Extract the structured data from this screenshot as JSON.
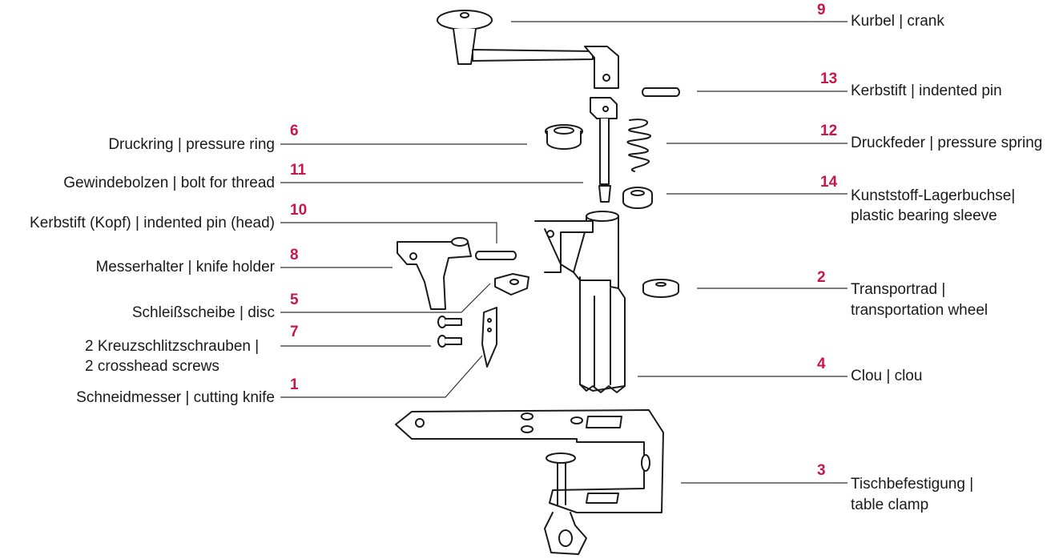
{
  "parts": [
    {
      "id": "crank",
      "num": "9",
      "label": "Kurbel | crank"
    },
    {
      "id": "indented-pin",
      "num": "13",
      "label": "Kerbstift | indented pin"
    },
    {
      "id": "pressure-ring",
      "num": "6",
      "label": "Druckring | pressure ring"
    },
    {
      "id": "pressure-spring",
      "num": "12",
      "label": "Druckfeder | pressure spring"
    },
    {
      "id": "bolt-for-thread",
      "num": "11",
      "label": "Gewindebolzen | bolt for thread"
    },
    {
      "id": "plastic-bearing-sleeve",
      "num": "14",
      "label": "Kunststoff-Lagerbuchse|",
      "label2": "plastic bearing sleeve"
    },
    {
      "id": "indented-pin-head",
      "num": "10",
      "label": "Kerbstift (Kopf) | indented pin (head)"
    },
    {
      "id": "knife-holder",
      "num": "8",
      "label": "Messerhalter | knife holder"
    },
    {
      "id": "transportation-wheel",
      "num": "2",
      "label": "Transportrad |",
      "label2": "transportation wheel"
    },
    {
      "id": "disc",
      "num": "5",
      "label": "Schleißscheibe | disc"
    },
    {
      "id": "crosshead-screws",
      "num": "7",
      "label": "2 Kreuzschlitzschrauben |",
      "label2": "2 crosshead screws"
    },
    {
      "id": "clou",
      "num": "4",
      "label": "Clou | clou"
    },
    {
      "id": "cutting-knife",
      "num": "1",
      "label": "Schneidmesser | cutting knife"
    },
    {
      "id": "table-clamp",
      "num": "3",
      "label": "Tischbefestigung |",
      "label2": "table clamp"
    }
  ],
  "colors": {
    "number": "#c8174a",
    "line": "#333333",
    "text": "#1a1a1a"
  }
}
